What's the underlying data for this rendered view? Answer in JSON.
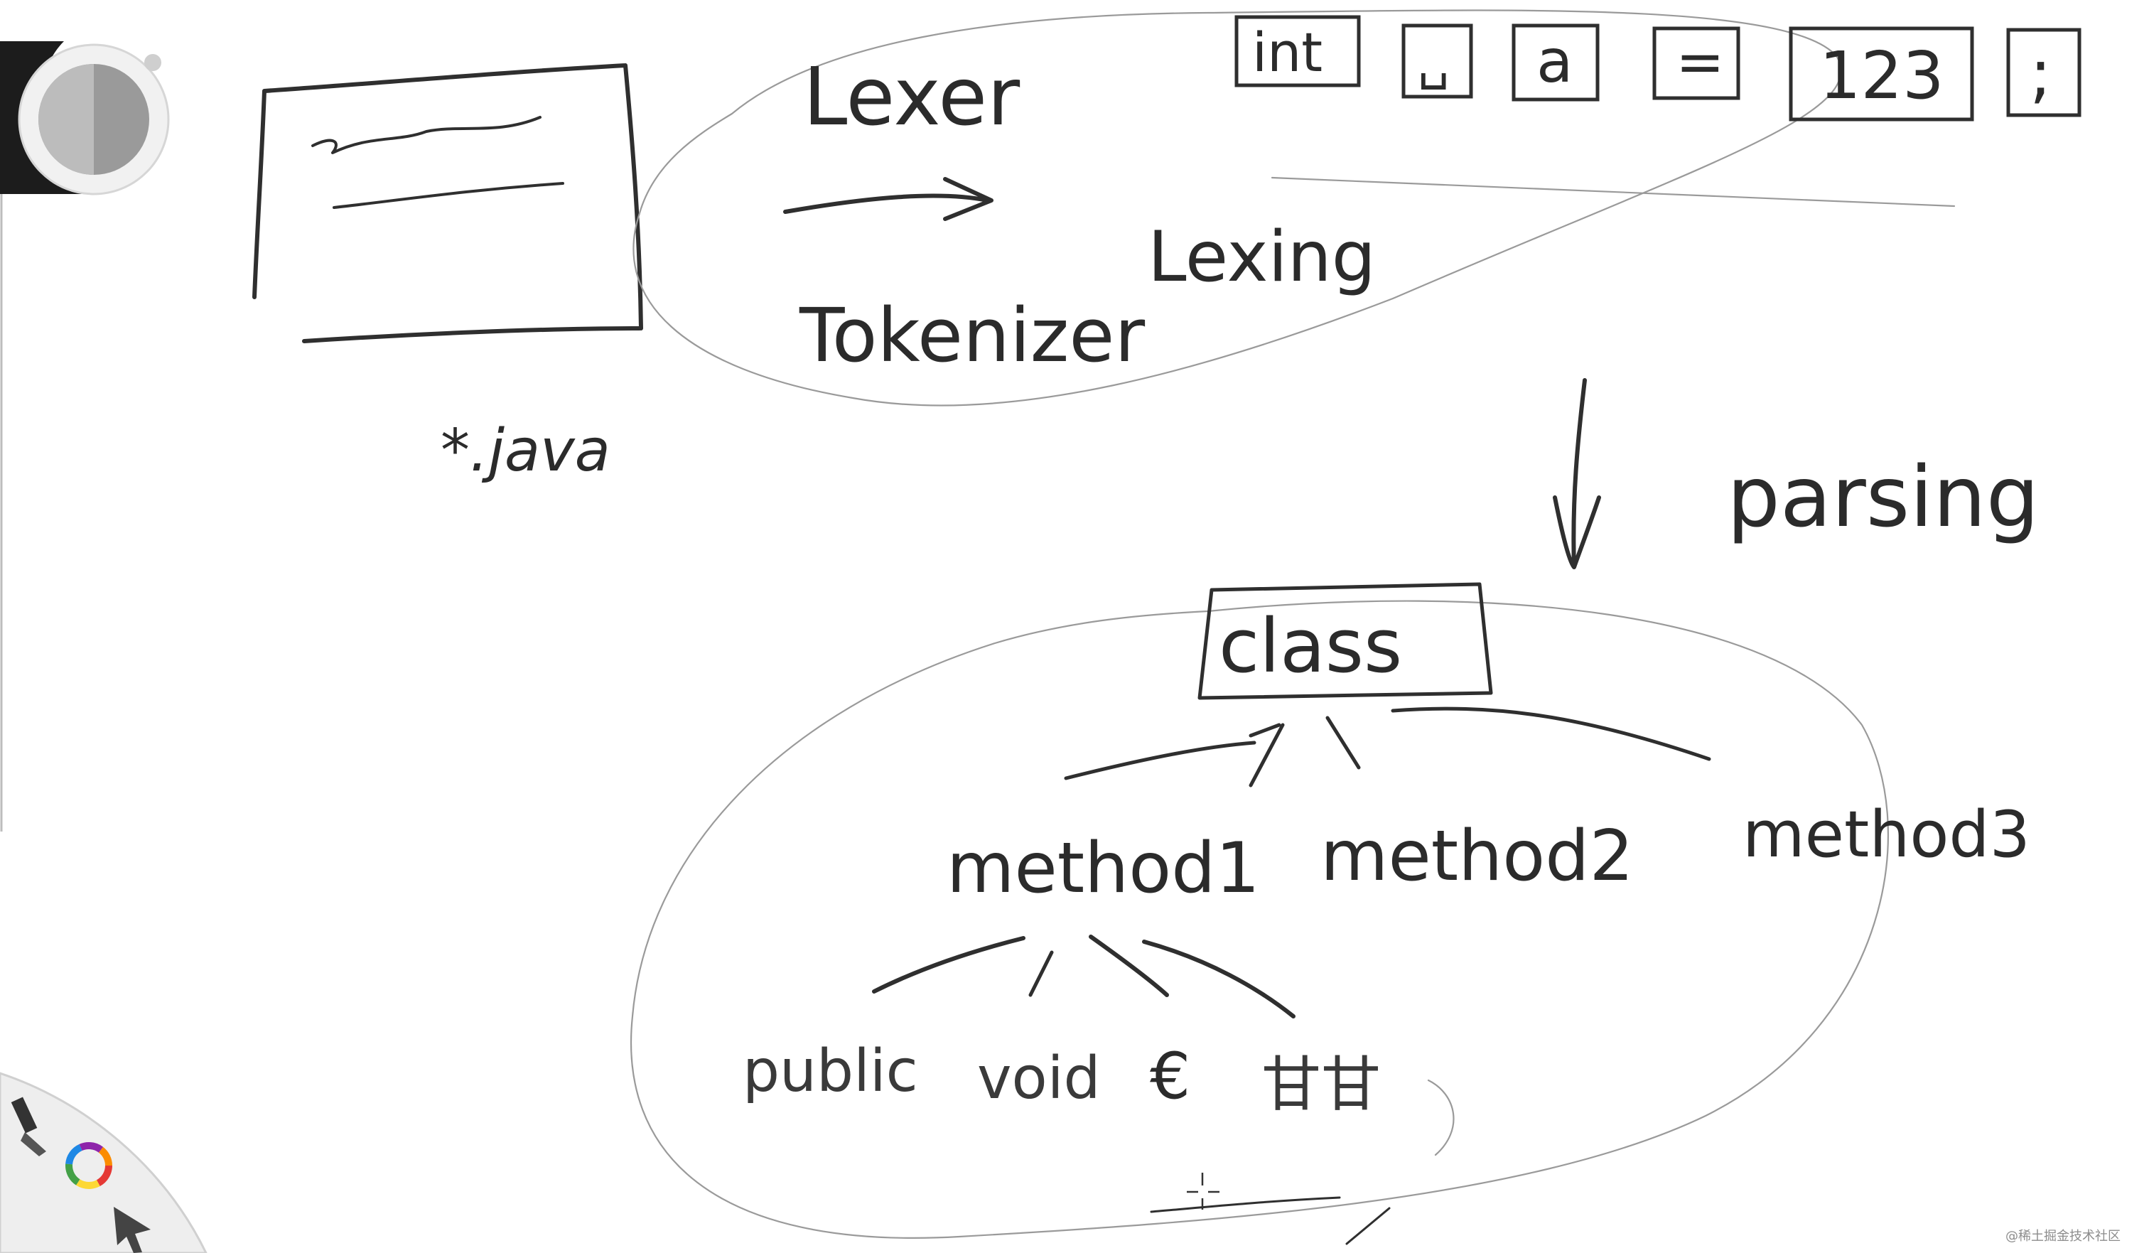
{
  "diagram": {
    "source_file_label": "*.java",
    "lexer_label": "Lexer",
    "tokenizer_label": "Tokenizer",
    "lexing_label": "Lexing",
    "parsing_label": "parsing",
    "tokens": [
      "int",
      "␣",
      "a",
      "=",
      "123",
      ";"
    ],
    "root_node": "class",
    "methods": [
      "method1",
      "method2",
      "method3"
    ],
    "method_children": [
      "public",
      "void",
      "€",
      "甘甘"
    ]
  },
  "watermark": "@稀土掘金技术社区"
}
